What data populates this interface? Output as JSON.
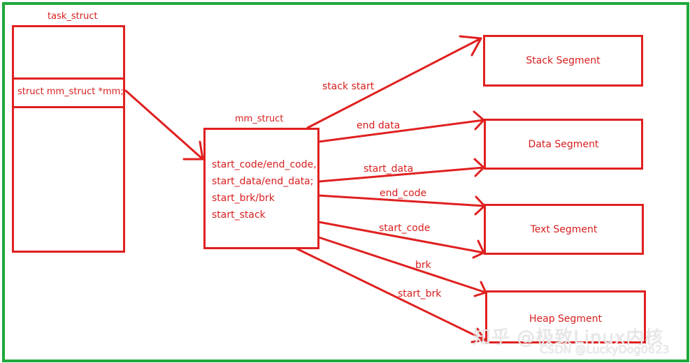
{
  "task_struct": {
    "title": "task_struct",
    "field": "struct mm_struct  *mm;"
  },
  "mm_struct": {
    "title": "mm_struct",
    "fields": [
      "start_code/end_code,",
      "start_data/end_data;",
      "start_brk/brk",
      "start_stack"
    ]
  },
  "segments": {
    "stack": "Stack Segment",
    "data": "Data Segment",
    "text": "Text Segment",
    "heap": "Heap Segment"
  },
  "arrows": {
    "stack_start": "stack start",
    "end_data": "end data",
    "start_data": "start_data",
    "end_code": "end_code",
    "start_code": "start_code",
    "brk": "brk",
    "start_brk": "start_brk"
  },
  "watermark": {
    "brand": "知乎 @极致Linux内核",
    "user": "CSDN @LuckyDog0623"
  },
  "colors": {
    "line": "#e02020",
    "text": "#d81e1e",
    "frame": "#1fa83a"
  }
}
